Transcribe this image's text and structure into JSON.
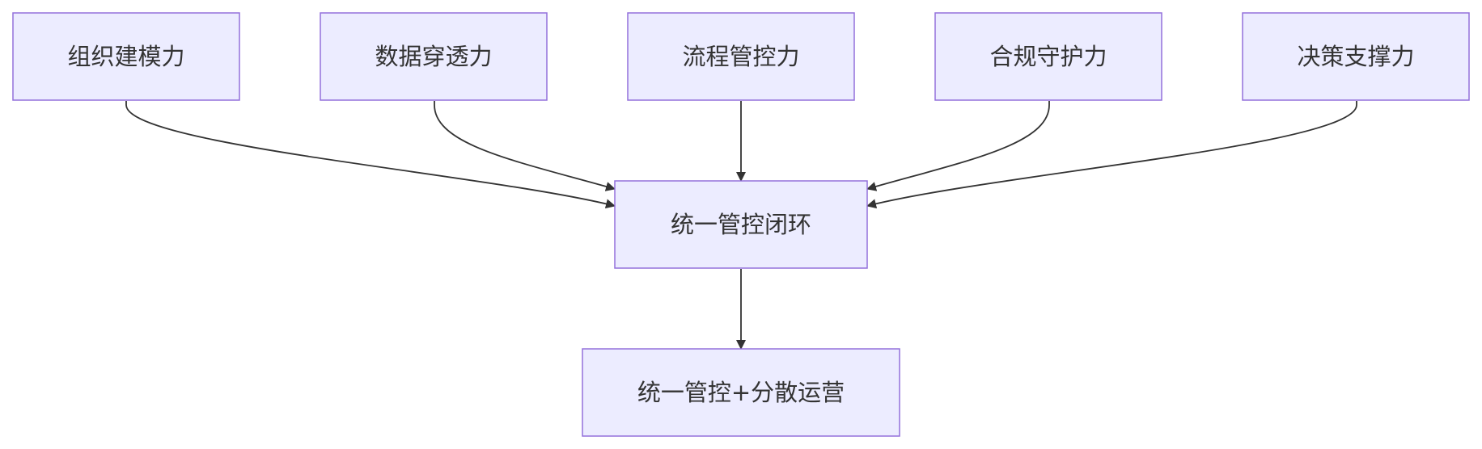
{
  "diagram": {
    "type": "flowchart",
    "colors": {
      "node_fill": "#ECECFF",
      "node_border": "#9370DB",
      "edge": "#333333",
      "text": "#333333"
    },
    "nodes": [
      {
        "id": "org",
        "label": "组织建模力"
      },
      {
        "id": "data",
        "label": "数据穿透力"
      },
      {
        "id": "flow",
        "label": "流程管控力"
      },
      {
        "id": "comp",
        "label": "合规守护力"
      },
      {
        "id": "dec",
        "label": "决策支撑力"
      },
      {
        "id": "loop",
        "label": "统一管控闭环"
      },
      {
        "id": "final",
        "label": "统一管控+分散运营"
      }
    ],
    "edges": [
      {
        "from": "org",
        "to": "loop"
      },
      {
        "from": "data",
        "to": "loop"
      },
      {
        "from": "flow",
        "to": "loop"
      },
      {
        "from": "comp",
        "to": "loop"
      },
      {
        "from": "dec",
        "to": "loop"
      },
      {
        "from": "loop",
        "to": "final"
      }
    ]
  }
}
